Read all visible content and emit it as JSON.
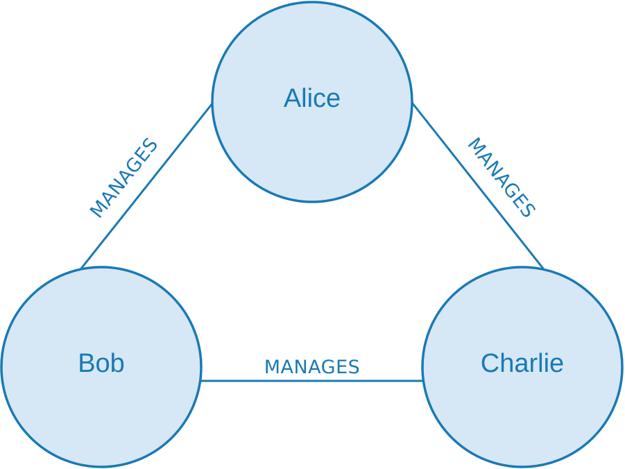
{
  "diagram": {
    "nodes": [
      {
        "id": "alice",
        "label": "Alice"
      },
      {
        "id": "bob",
        "label": "Bob"
      },
      {
        "id": "charlie",
        "label": "Charlie"
      }
    ],
    "edges": [
      {
        "from": "bob",
        "to": "alice",
        "label": "MANAGES"
      },
      {
        "from": "alice",
        "to": "charlie",
        "label": "MANAGES"
      },
      {
        "from": "bob",
        "to": "charlie",
        "label": "MANAGES"
      }
    ]
  },
  "colors": {
    "stroke": "#1a79b5",
    "node_fill": "#d6e7f5",
    "text": "#1a79b5",
    "background": "#ffffff"
  }
}
